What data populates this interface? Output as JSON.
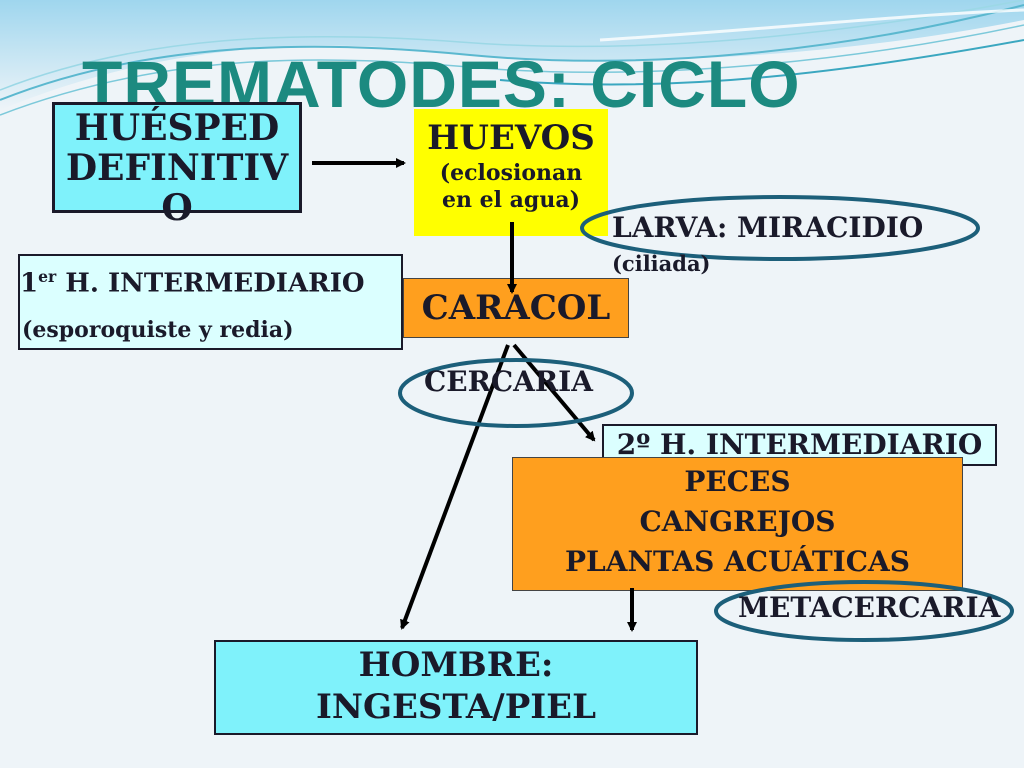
{
  "title": "TREMATODES: CICLO",
  "nodes": {
    "huesped_definitivo": {
      "line1": "HUÉSPED",
      "line2": "DEFINITIV",
      "line3": "O"
    },
    "huevos": {
      "label": "HUEVOS",
      "sub1": "(eclosionan",
      "sub2": "en el agua)"
    },
    "larva": {
      "label": "LARVA: MIRACIDIO",
      "sub": "(ciliada)"
    },
    "primer_intermediario": {
      "prefix": "1",
      "sup": "er",
      "label": " H. INTERMEDIARIO",
      "sub": "(esporoquiste y redia)"
    },
    "caracol": {
      "label": "CARACOL"
    },
    "cercaria": {
      "label": "CERCARIA"
    },
    "segundo_intermediario": {
      "label": "2º H. INTERMEDIARIO"
    },
    "hosts2": {
      "line1": "PECES",
      "line2": "CANGREJOS",
      "line3": "PLANTAS ACUÁTICAS"
    },
    "metacercaria": {
      "label": "METACERCARIA"
    },
    "hombre": {
      "line1": "HOMBRE:",
      "line2": "INGESTA/PIEL"
    }
  },
  "colors": {
    "title": "#1c8a80",
    "cyan_box": "#7ff2fb",
    "light_cyan_box": "#dbffff",
    "yellow_box": "#ffff00",
    "orange_box": "#ff9f1e",
    "ellipse_stroke": "#1c5f7a",
    "arrow": "#000000"
  }
}
